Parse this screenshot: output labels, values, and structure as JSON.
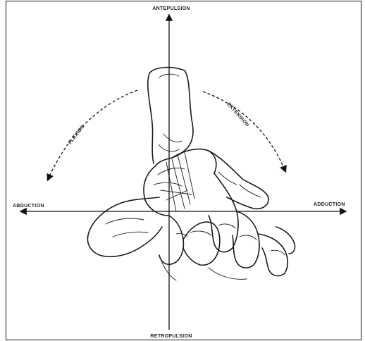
{
  "diagram": {
    "labels": {
      "top": "ANTEPULSION",
      "bottom": "RETROPULSION",
      "left": "ABDUCTION",
      "right": "ADDUCTION",
      "arc_left": "FLEXION",
      "arc_right": "EXTENSION"
    },
    "illustration": "hand-thumb-motion-drawing"
  }
}
